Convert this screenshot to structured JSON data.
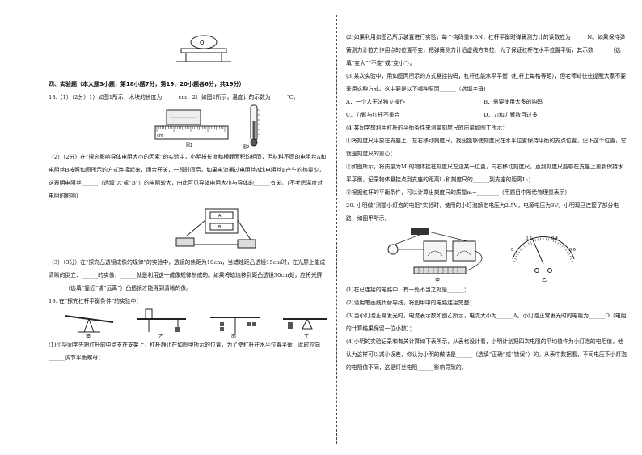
{
  "left": {
    "section_title": "四、实验题（本大题3小题，第18小题7分，第19、20小题各6分，共19分）",
    "q18_1": "18.（1）（2分）1）如图1所示，木块的长度为______cm；2）如图2所示，温度计的示数为______℃。",
    "fig1_label": "图1",
    "fig2_label": "图2",
    "ruler_unit": "cm",
    "q18_2": "（2）（2分）在“探究影响导体电阻大小的因素”的实验中，小明将长度和横截面积均相同，但材料不同的电阻丝A和电阻丝B按照如图所示的方式连接起来，闭合开关，一段时间后，如果电流通过电阻丝A比电阻丝B产生的热量少，这表明电阻丝______（选填“A”或“B”）的电阻较大，由此可见导体电阻大小与导体的______有关。（不考虑温度对电阻的影响）",
    "q18_3": "（3）（3分）在“探究凸透镜成像的规律”的实验中，透镜的焦距为10cm，当蜡烛距凸透镜15cm时，在光屏上能成清晰的倒立、______的实像，______就是利用这一成像规律制成的。如果将蜡烛移到距凸透镜30cm处，应将光屏______（选填“靠近”或“远离”）凸透镜才能得到清晰的像。",
    "q19_title": "19. 在“探究杠杆平衡条件”的实验中：",
    "fig_labels": [
      "甲",
      "乙",
      "丙",
      "丁"
    ],
    "q19_1": "(1)小华同学先把杠杆的中点支在支架上，杠杆静止在如图甲所示的位置，为了使杠杆在水平位置平衡，此时应向______调节平衡螺母；"
  },
  "right": {
    "q19_2": "(2)如果利用如图乙所示装置进行实验，每个钩码重0.5N，杠杆平衡时弹簧测力计的读数应为______N。如果保持弹簧测力计拉力作用点的位置不变，把弹簧测力计沿虚线方向拉，为了保证杠杆在水平位置平衡，其示数______（选填“变大”“不变”或“变小”）。",
    "q19_3": "(3)某次实验中，用如图丙所示的方式悬挂钩码，杠杆也能水平平衡（杠杆上每格等距），但老师却往往提醒大家不要采用这种方式。这主要是以下哪种原因______（选填字母）",
    "optA": "A．一个人无法独立操作",
    "optB": "B．需要使用太多的钩码",
    "optC": "C．力臂与杠杆不重合",
    "optD": "D．力和力臂数目过多",
    "q19_4": "(4)某同学想利用杠杆的平衡条件来测量刻度尺的质量如图丁所示：",
    "step1": "①将刻度尺平放在支座上，左右移动刻度尺，找出能够使刻度尺在水平位置保持平衡的支点位置，记下这个位置，它就是刻度尺的重心；",
    "step2": "②如图所示，将质量为M₁的物体挂在刻度尺左边某一位置，向右移动刻度尺，直到刻度尺能够在支座上重新保持水平平衡，记录物体悬挂点到支座的距离L₁和刻度尺的______到支座的距离L₂；",
    "step3": "③根据杠杆的平衡条件，可以计算出刻度尺的质量m=________（用题目中所给物理量表示）",
    "q20": "20. 小明做“测量小灯泡的电阻”实验时，使用的小灯泡额定电压为2.5V，电源电压为3V。小明现已连接了部分电路，如图甲所示。",
    "fig_jia": "甲",
    "fig_yi": "乙",
    "q20_1": "(1)在已连接的电路中，有一处不当之处是______；",
    "q20_2": "(2)请用笔画线代替导线，将图甲中的电路连接完整；",
    "q20_3": "(3)当小灯泡正常发光时，电流表示数如图乙所示，电流大小为______A。小灯泡正常发光时的电阻为______Ω（电阻的计算结果保留一位小数）；",
    "q20_4": "(4)小明的实验记录和有关计算如下表所示，从表格设计看，小明计划把四次电阻的平均值作为小灯泡的电阻值，他认为这样可以减小误差，你认为小明的做法是______（选填“正确”或“错误”）的。从表中数据看，不同电压下小灯泡的电阻值不同，这是灯丝电阻______影响导致的。",
    "meter_ticks": [
      "0",
      "0.2",
      "0.4",
      "0.6"
    ]
  }
}
